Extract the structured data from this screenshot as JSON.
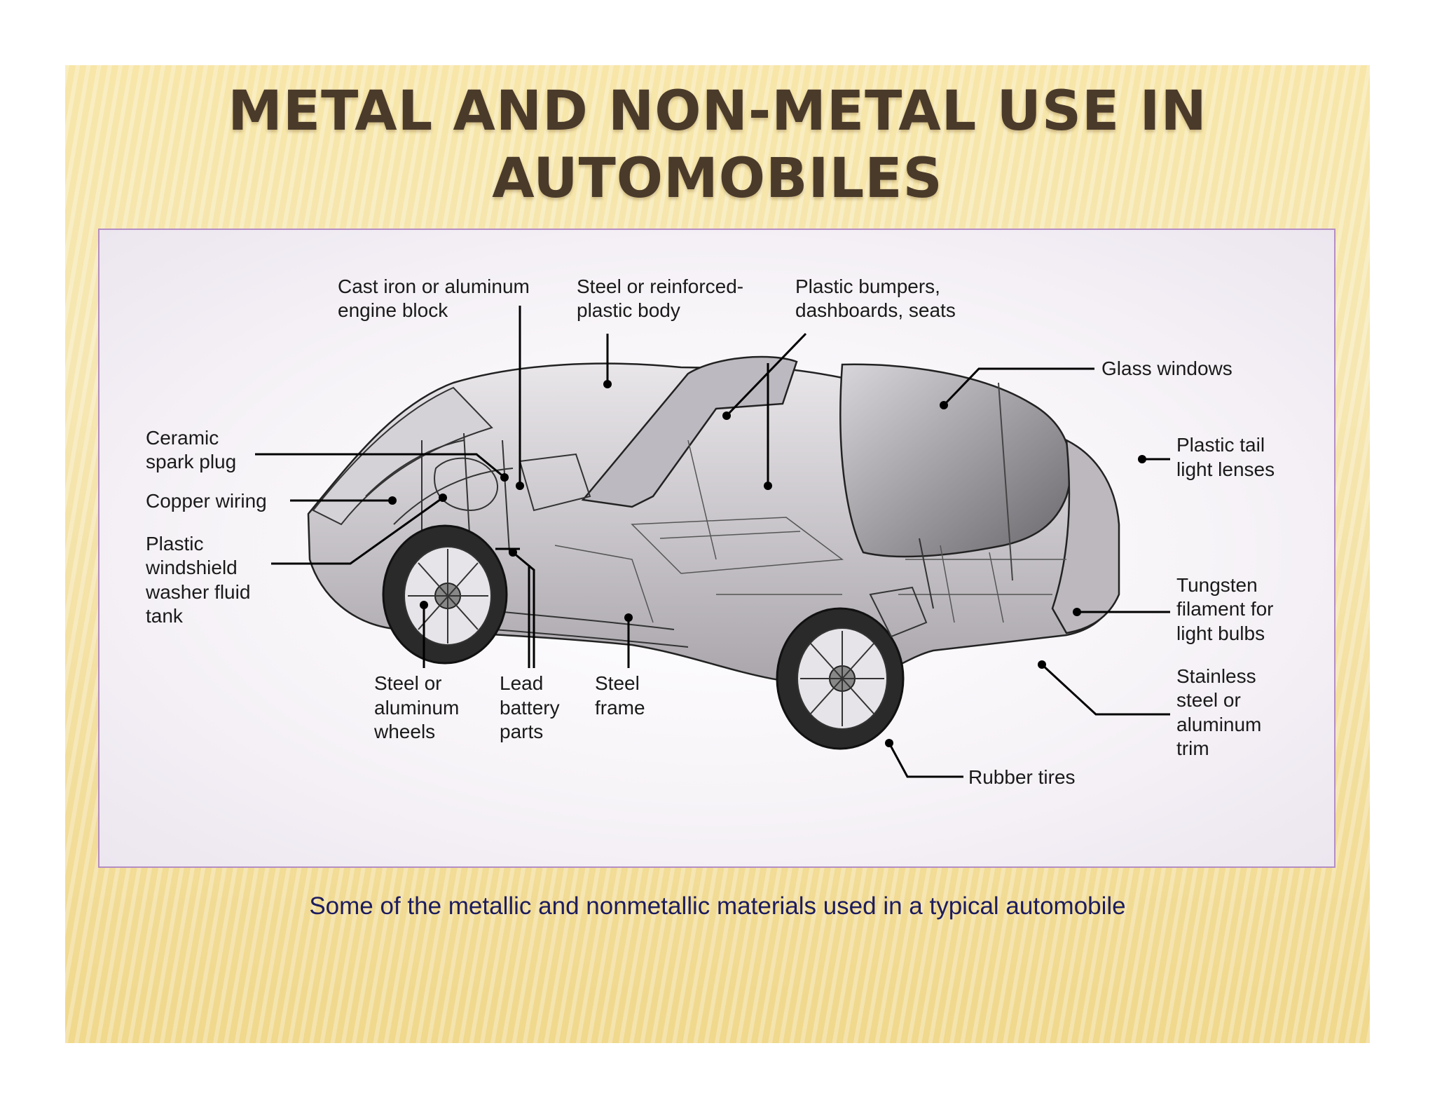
{
  "title": {
    "line1": "METAL AND NON-METAL USE IN",
    "line2": "AUTOMOBILES"
  },
  "caption": "Some of the metallic and nonmetallic materials used in a typical automobile",
  "callouts": {
    "engine_block": [
      "Cast iron or aluminum",
      "engine block"
    ],
    "body": [
      "Steel or reinforced-",
      "plastic body"
    ],
    "bumpers": [
      "Plastic bumpers,",
      "dashboards, seats"
    ],
    "glass": [
      "Glass windows"
    ],
    "spark_plug": [
      "Ceramic",
      "spark plug"
    ],
    "copper_wiring": [
      "Copper wiring"
    ],
    "washer_tank": [
      "Plastic",
      "windshield",
      "washer fluid",
      "tank"
    ],
    "tail_lenses": [
      "Plastic tail",
      "light lenses"
    ],
    "tungsten": [
      "Tungsten",
      "filament for",
      "light bulbs"
    ],
    "stainless": [
      "Stainless",
      "steel or",
      "aluminum",
      "trim"
    ],
    "wheels": [
      "Steel or",
      "aluminum",
      "wheels"
    ],
    "battery": [
      "Lead",
      "battery",
      "parts"
    ],
    "frame": [
      "Steel",
      "frame"
    ],
    "tires": [
      "Rubber tires"
    ]
  }
}
